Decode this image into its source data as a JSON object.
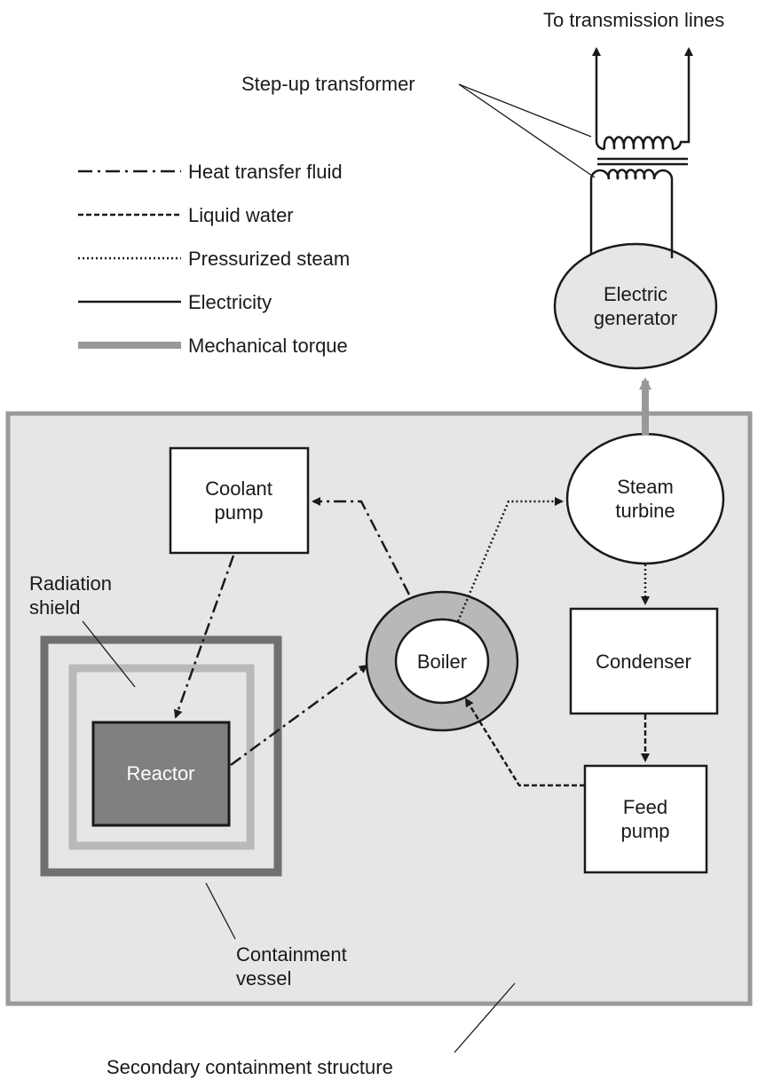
{
  "labels": {
    "transmission": "To transmission lines",
    "transformer": "Step-up transformer",
    "generator_line1": "Electric",
    "generator_line2": "generator",
    "turbine_line1": "Steam",
    "turbine_line2": "turbine",
    "condenser": "Condenser",
    "feed_pump_line1": "Feed",
    "feed_pump_line2": "pump",
    "coolant_pump_line1": "Coolant",
    "coolant_pump_line2": "pump",
    "boiler": "Boiler",
    "reactor": "Reactor",
    "radiation_shield_line1": "Radiation",
    "radiation_shield_line2": "shield",
    "containment_vessel_line1": "Containment",
    "containment_vessel_line2": "vessel",
    "secondary_containment": "Secondary containment structure"
  },
  "legend": [
    {
      "label": "Heat transfer fluid",
      "style": "dash-dot"
    },
    {
      "label": "Liquid water",
      "style": "dashed"
    },
    {
      "label": "Pressurized steam",
      "style": "dotted"
    },
    {
      "label": "Electricity",
      "style": "solid"
    },
    {
      "label": "Mechanical torque",
      "style": "thick-gray"
    }
  ],
  "colors": {
    "line": "#1a1a1a",
    "secondary_fill": "#e6e6e8",
    "secondary_border": "#9a9a9a",
    "vessel": "#707070",
    "shield": "#b9b9bb",
    "reactor_fill": "#808080",
    "boiler_ring": "#b8b8b8",
    "torque": "#999999"
  }
}
